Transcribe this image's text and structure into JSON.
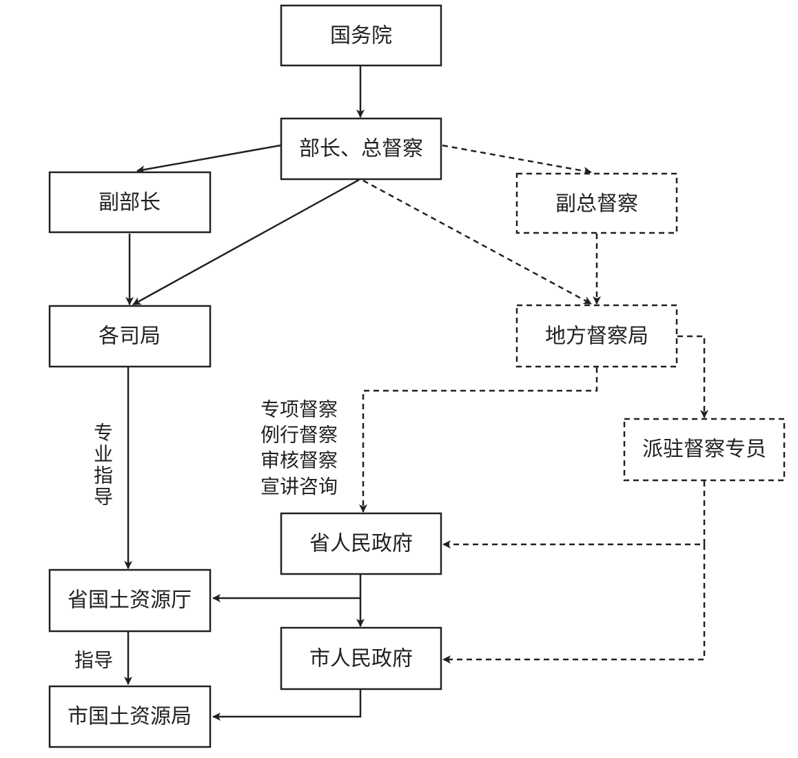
{
  "nodes": {
    "state_council": "国务院",
    "minister": "部长、总督察",
    "vice_minister": "副部长",
    "deputy_inspector": "副总督察",
    "departments": "各司局",
    "local_bureau": "地方督察局",
    "resident_inspector": "派驻督察专员",
    "provincial_government": "省人民政府",
    "provincial_land_dept": "省国土资源厅",
    "city_government": "市人民政府",
    "city_land_bureau": "市国土资源局"
  },
  "edge_labels": {
    "professional_guidance": [
      "专",
      "业",
      "指",
      "导"
    ],
    "guidance": "指导",
    "inspection_types": [
      "专项督察",
      "例行督察",
      "审核督察",
      "宣讲咨询"
    ]
  }
}
